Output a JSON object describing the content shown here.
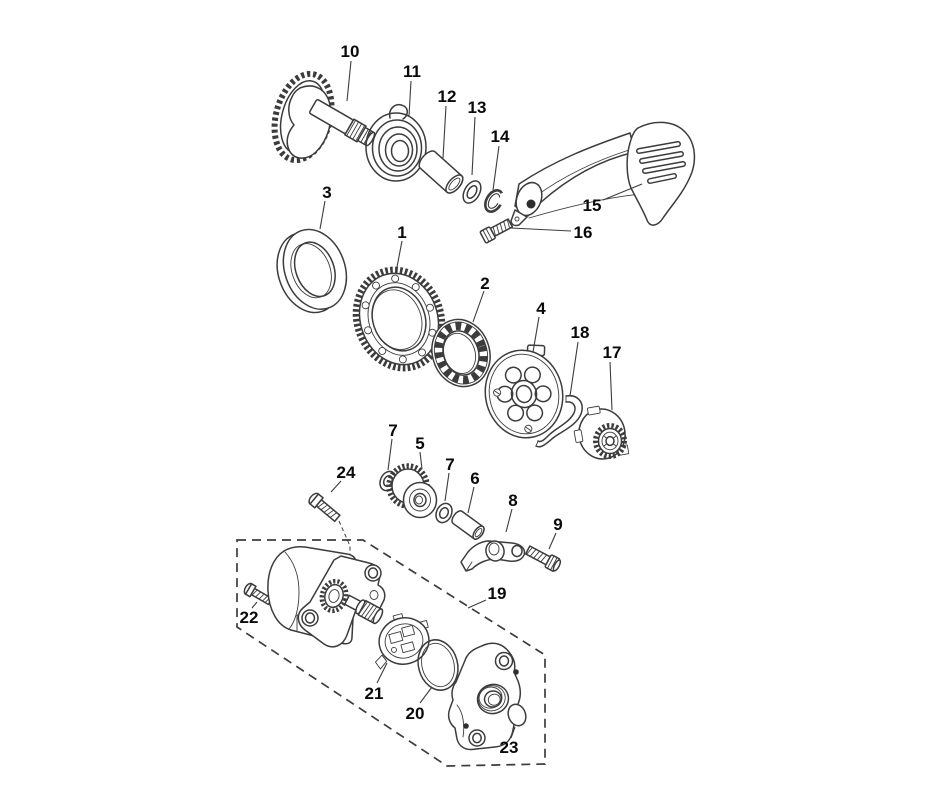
{
  "diagram": {
    "kind": "exploded-parts-diagram",
    "subject": "kick-starter-and-starter-motor-assembly",
    "colors": {
      "background": "#ffffff",
      "line": "#3c3c3c",
      "label": "#0a0a0a"
    },
    "callouts": {
      "n1": {
        "number": "1",
        "part": "starter-driven-gear"
      },
      "n2": {
        "number": "2",
        "part": "one-way-clutch-cage"
      },
      "n3": {
        "number": "3",
        "part": "spacer-ring"
      },
      "n4": {
        "number": "4",
        "part": "clutch-hub-plate"
      },
      "n5": {
        "number": "5",
        "part": "idle-gear"
      },
      "n6": {
        "number": "6",
        "part": "spacer-sleeve"
      },
      "n7a": {
        "number": "7",
        "part": "thrust-washer"
      },
      "n7b": {
        "number": "7",
        "part": "thrust-washer"
      },
      "n8": {
        "number": "8",
        "part": "stopper-arm"
      },
      "n9": {
        "number": "9",
        "part": "hex-bolt"
      },
      "n10": {
        "number": "10",
        "part": "kick-starter-spindle"
      },
      "n11": {
        "number": "11",
        "part": "kick-return-spring"
      },
      "n12": {
        "number": "12",
        "part": "spring-bush"
      },
      "n13": {
        "number": "13",
        "part": "washer"
      },
      "n14": {
        "number": "14",
        "part": "circlip"
      },
      "n15": {
        "number": "15",
        "part": "kick-starter-lever"
      },
      "n16": {
        "number": "16",
        "part": "pinch-bolt"
      },
      "n17": {
        "number": "17",
        "part": "starter-pinion-gear"
      },
      "n18": {
        "number": "18",
        "part": "pinion-spring-clip"
      },
      "n19": {
        "number": "19",
        "part": "starter-motor-assembly"
      },
      "n20": {
        "number": "20",
        "part": "o-ring"
      },
      "n21": {
        "number": "21",
        "part": "brush-plate"
      },
      "n22": {
        "number": "22",
        "part": "pan-head-screw"
      },
      "n23": {
        "number": "23",
        "part": "cap-plug"
      },
      "n24": {
        "number": "24",
        "part": "pan-head-screw"
      }
    }
  }
}
